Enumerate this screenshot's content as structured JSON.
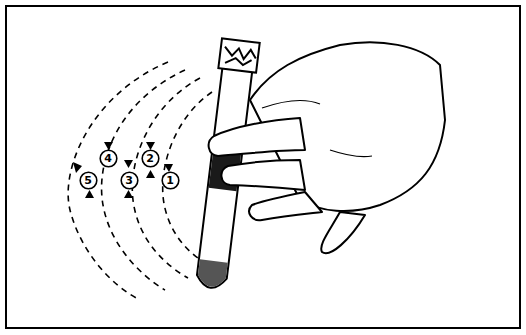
{
  "diagram": {
    "nodes": [
      {
        "text": [
          "4"
        ]
      },
      {
        "text": [
          "2"
        ]
      },
      {
        "text": [
          "5"
        ]
      },
      {
        "text": [
          "3"
        ]
      },
      {
        "text": [
          "1"
        ]
      }
    ]
  }
}
